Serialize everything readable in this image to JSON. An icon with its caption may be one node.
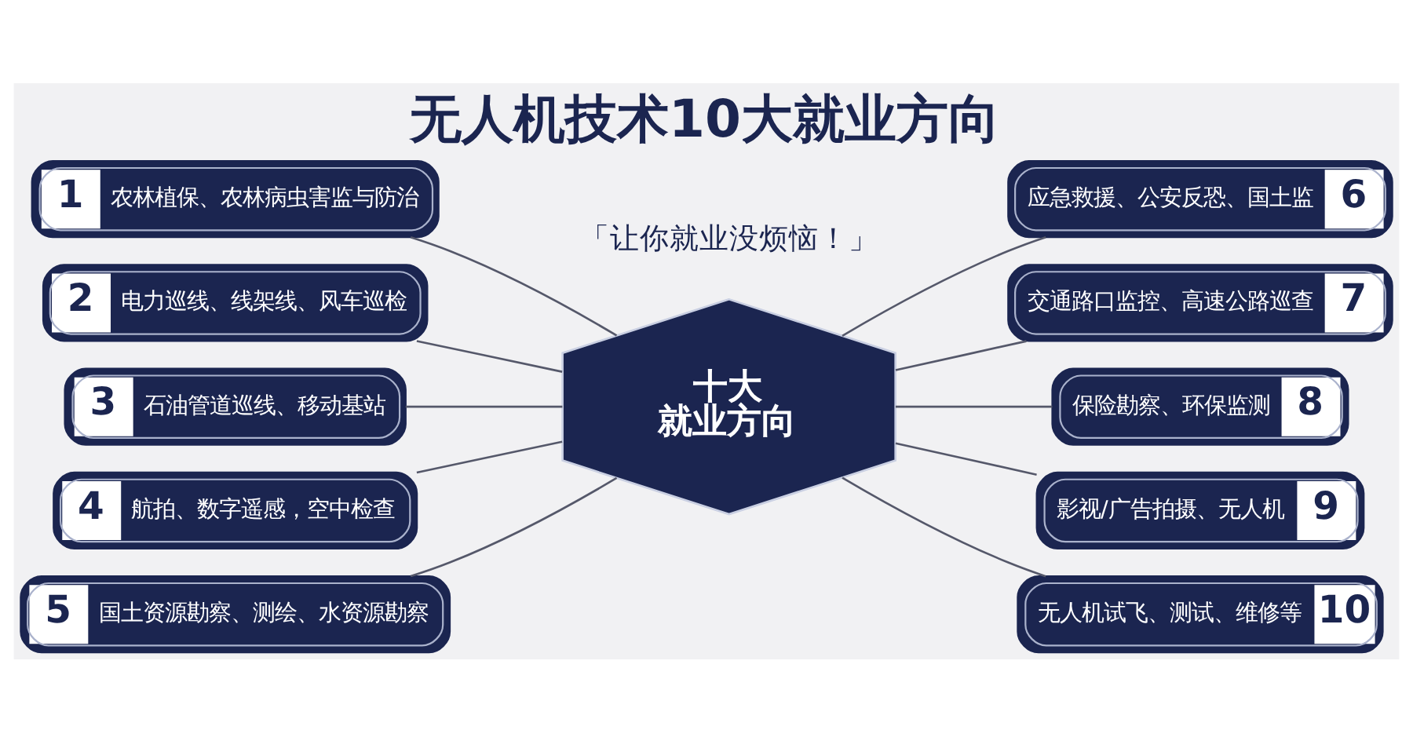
{
  "diagram": {
    "title": "无人机技术10大就业方向",
    "nodes": [
      {
        "text": [
          "1",
          "农林植保、农林病虫害监与防治"
        ]
      },
      {
        "text": [
          "2",
          "电力巡线、线架线、风车巡检"
        ]
      },
      {
        "text": [
          "3",
          "石油管道巡线、移动基站"
        ]
      },
      {
        "text": [
          "4",
          "航拍、数字遥感，空中检查"
        ]
      },
      {
        "text": [
          "5",
          "国土资源勘察、测绘、水资源勘察"
        ]
      },
      {
        "text": [
          "十大就业方向"
        ]
      },
      {
        "text": [
          "应急救援、公安反恐、国土监",
          "6"
        ]
      },
      {
        "text": [
          "交通路口监控、高速公路巡查",
          "7"
        ]
      },
      {
        "text": [
          "保险勘察、环保监测",
          "8"
        ]
      },
      {
        "text": [
          "影视/广告拍摄、无人机",
          "9"
        ]
      },
      {
        "text": [
          "无人机试飞、测试、维修等",
          "10"
        ]
      }
    ],
    "edges": [
      {
        "from": 0,
        "to": 5,
        "arrow": "none"
      },
      {
        "from": 1,
        "to": 5,
        "arrow": "none"
      },
      {
        "from": 2,
        "to": 5,
        "arrow": "none"
      },
      {
        "from": 3,
        "to": 5,
        "arrow": "none"
      },
      {
        "from": 4,
        "to": 5,
        "arrow": "none"
      },
      {
        "from": 5,
        "to": 6,
        "arrow": "none"
      },
      {
        "from": 5,
        "to": 7,
        "arrow": "none"
      },
      {
        "from": 5,
        "to": 8,
        "arrow": "none"
      },
      {
        "from": 5,
        "to": 9,
        "arrow": "none"
      },
      {
        "from": 5,
        "to": 10,
        "arrow": "none"
      }
    ],
    "labels": [
      "「让你就业没烦恼！」"
    ]
  }
}
